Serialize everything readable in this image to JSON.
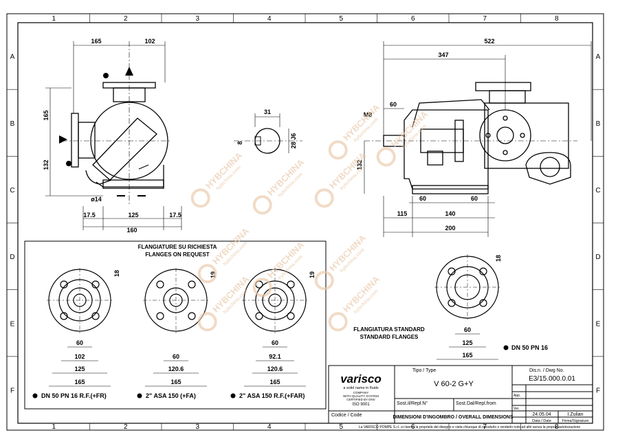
{
  "grid": {
    "cols": [
      "1",
      "2",
      "3",
      "4",
      "5",
      "6",
      "7",
      "8"
    ],
    "rows": [
      "A",
      "B",
      "C",
      "D",
      "E",
      "F"
    ]
  },
  "front_view": {
    "dims": [
      "165",
      "102",
      "165",
      "132",
      "ø14",
      "17.5",
      "125",
      "17.5",
      "160"
    ]
  },
  "shaft": {
    "dims": [
      "31",
      "8",
      "28 J6"
    ]
  },
  "side_view": {
    "dims": [
      "522",
      "347",
      "60",
      "M8",
      "132",
      "60",
      "140",
      "60",
      "115",
      "200"
    ]
  },
  "request_box": {
    "title_it": "FLANGIATURE SU RICHIESTA",
    "title_en": "FLANGES ON REQUEST"
  },
  "flange_a": {
    "dims": [
      "18",
      "60",
      "102",
      "125",
      "165"
    ],
    "label": "DN 50 PN 16 R.F.(+FR)"
  },
  "flange_b": {
    "dims": [
      "19",
      "60",
      "120.6",
      "165"
    ],
    "label": "2\" ASA 150 (+FA)"
  },
  "flange_c": {
    "dims": [
      "19",
      "60",
      "92.1",
      "120.6",
      "165"
    ],
    "label": "2\" ASA 150 R.F.(+FAR)"
  },
  "flange_std": {
    "dims": [
      "18",
      "60",
      "125",
      "165"
    ],
    "title_it": "FLANGIATURA STANDARD",
    "title_en": "STANDARD FLANGES",
    "label": "DN 50 PN 16"
  },
  "title_block": {
    "logo": "varisco",
    "tagline": "a solid name in fluids",
    "cert1": "COMPANY",
    "cert2": "WITH QUALITY SYSTEM",
    "cert3": "CERTIFIED BY DNV",
    "cert4": "ISO 9001",
    "tipo_label": "Tipo / Type",
    "tipo_value": "V 60-2 G+Y",
    "dis_label": "Dis.n. / Dwg No.",
    "dis_value": "E3/15.000.0.01",
    "sost_il": "Sost.il/Repl.N°",
    "sost_dal": "Sost.Dal/Repl.from",
    "app": "App.",
    "ver": "Ver.",
    "desc": "DIMENSIONI D'INGOMBRO / OVERALL DIMENSIONS",
    "date_value": "24.05.04",
    "sig_value": "I.Zulian",
    "date_label": "Data / Date",
    "sig_label": "Firma/Signature",
    "codice": "Codice / Code"
  },
  "footer": "La VARISCO POMPE S.r.l. si riserva la proprietà del disegno e vieta chiunque di riprodurlo o renderlo noto ad altri senza la propria autorizzazione",
  "watermark": {
    "brand": "HYBCHINA",
    "url": "hybchina.com"
  },
  "colors": {
    "line": "#000000",
    "watermark": "#e9c7a8"
  }
}
